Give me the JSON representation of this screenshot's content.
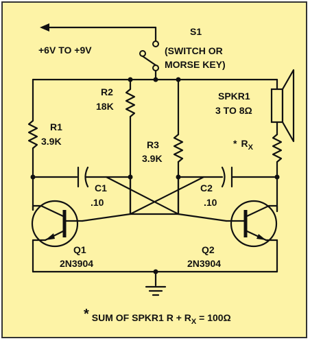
{
  "supply": {
    "label": "+6V TO +9V"
  },
  "s1": {
    "ref": "S1",
    "desc_line1": "(SWITCH OR",
    "desc_line2": "MORSE KEY)"
  },
  "r1": {
    "ref": "R1",
    "value": "3.9K"
  },
  "r2": {
    "ref": "R2",
    "value": "18K"
  },
  "r3": {
    "ref": "R3",
    "value": "3.9K"
  },
  "spkr1": {
    "ref": "SPKR1",
    "value": "3 TO 8Ω"
  },
  "rx": {
    "star": "*",
    "ref": "R",
    "sub": "X"
  },
  "c1": {
    "ref": "C1",
    "value": ".10"
  },
  "c2": {
    "ref": "C2",
    "value": ".10"
  },
  "q1": {
    "ref": "Q1",
    "type": "2N3904"
  },
  "q2": {
    "ref": "Q2",
    "type": "2N3904"
  },
  "footnote": {
    "star": "*",
    "text_a": "SUM OF SPKR1 R + R",
    "text_sub": "X",
    "text_b": " = 100Ω"
  },
  "colors": {
    "background": "#fdf3a6",
    "ink": "#111111"
  }
}
